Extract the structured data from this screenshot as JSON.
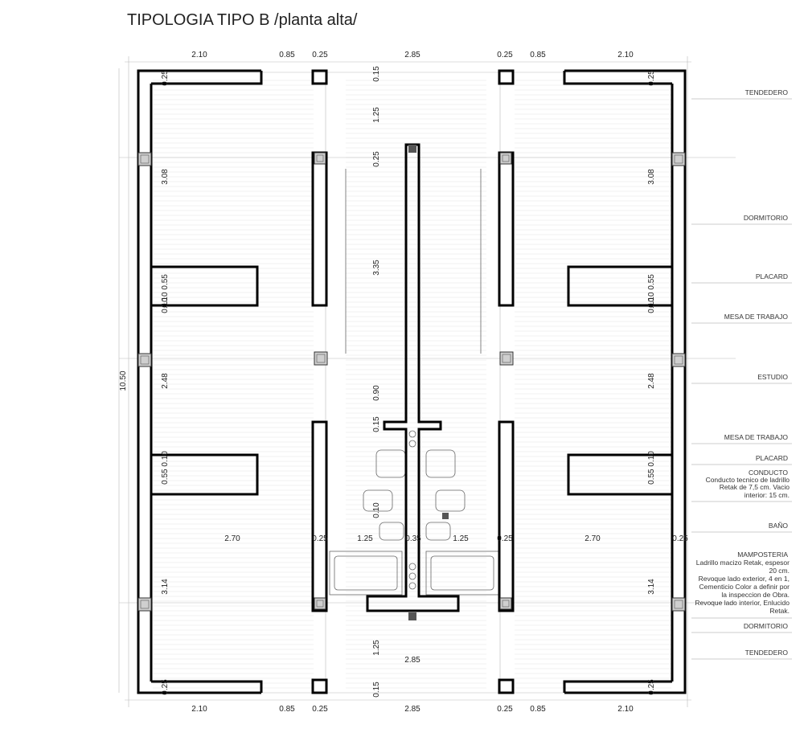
{
  "title": "TIPOLOGIA TIPO B /planta alta/",
  "dims": {
    "top": [
      "2.10",
      "0.85",
      "0.25",
      "2.85",
      "0.25",
      "0.85",
      "2.10"
    ],
    "bottom": [
      "2.10",
      "0.85",
      "0.25",
      "2.85",
      "0.25",
      "0.85",
      "2.10"
    ],
    "overall_height": "10.50",
    "left_inner": [
      "0.25",
      "3.08",
      "0.10 0.55",
      "0.10",
      "2.48",
      "0.55 0.10",
      "3.14",
      "0.25"
    ],
    "right_inner": [
      "0.25",
      "3.08",
      "0.10 0.55",
      "0.10",
      "2.48",
      "0.55 0.10",
      "3.14",
      "0.25"
    ],
    "center_vertical": [
      "0.15",
      "1.25",
      "0.25",
      "3.35",
      "0.90",
      "0.15",
      "0.10",
      "1.25",
      "0.15"
    ],
    "mid_row": [
      "2.70",
      "0.25",
      "1.25",
      "0.35",
      "1.25",
      "0.25",
      "2.70",
      "0.25"
    ],
    "lower_center": "2.85"
  },
  "labels": [
    {
      "text": "TENDEDERO"
    },
    {
      "text": "DORMITORIO"
    },
    {
      "text": "PLACARD"
    },
    {
      "text": "MESA DE TRABAJO"
    },
    {
      "text": "ESTUDIO"
    },
    {
      "text": "MESA DE TRABAJO"
    },
    {
      "text": "PLACARD"
    },
    {
      "text": "CONDUCTO",
      "note": [
        "Conducto tecnico  de ladrillo",
        "Retak de 7,5 cm. Vacio",
        "interior: 15 cm."
      ]
    },
    {
      "text": "BAÑO"
    },
    {
      "text": "MAMPOSTERIA",
      "note": [
        "Ladrillo macizo Retak, espesor",
        "20 cm.",
        "Revoque lado exterior, 4 en 1,",
        "Cementicio Color a definir por",
        "la inspeccion de Obra.",
        "Revoque lado interior, Enlucido",
        "Retak."
      ]
    },
    {
      "text": "DORMITORIO"
    },
    {
      "text": "TENDEDERO"
    }
  ]
}
